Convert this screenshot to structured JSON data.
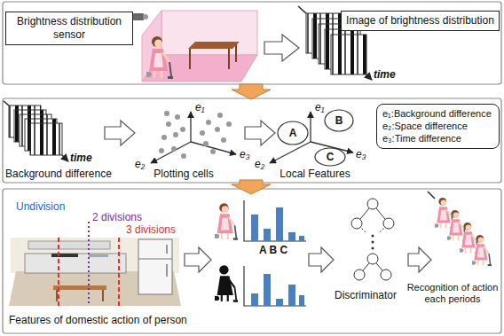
{
  "diagram": {
    "nodes": [
      {
        "text": [
          "Brightness distribution sensor"
        ]
      },
      {
        "text": [
          "Image of brightness distribution"
        ]
      },
      {
        "text": [
          "e₁:Background difference",
          "e₂:Space difference",
          "e₃:Time difference"
        ]
      }
    ],
    "labels": [
      "time",
      "Background difference",
      "time",
      "Plotting cells",
      "e₁",
      "e₂",
      "e₃",
      "Local Features",
      "A",
      "B",
      "C",
      "e₁",
      "e₂",
      "e₃",
      "Undivision",
      "2 divisions",
      "3 divisions",
      "A B C",
      "Features of domestic action of person",
      "Discriminator",
      "Recognition of action each periods"
    ]
  }
}
